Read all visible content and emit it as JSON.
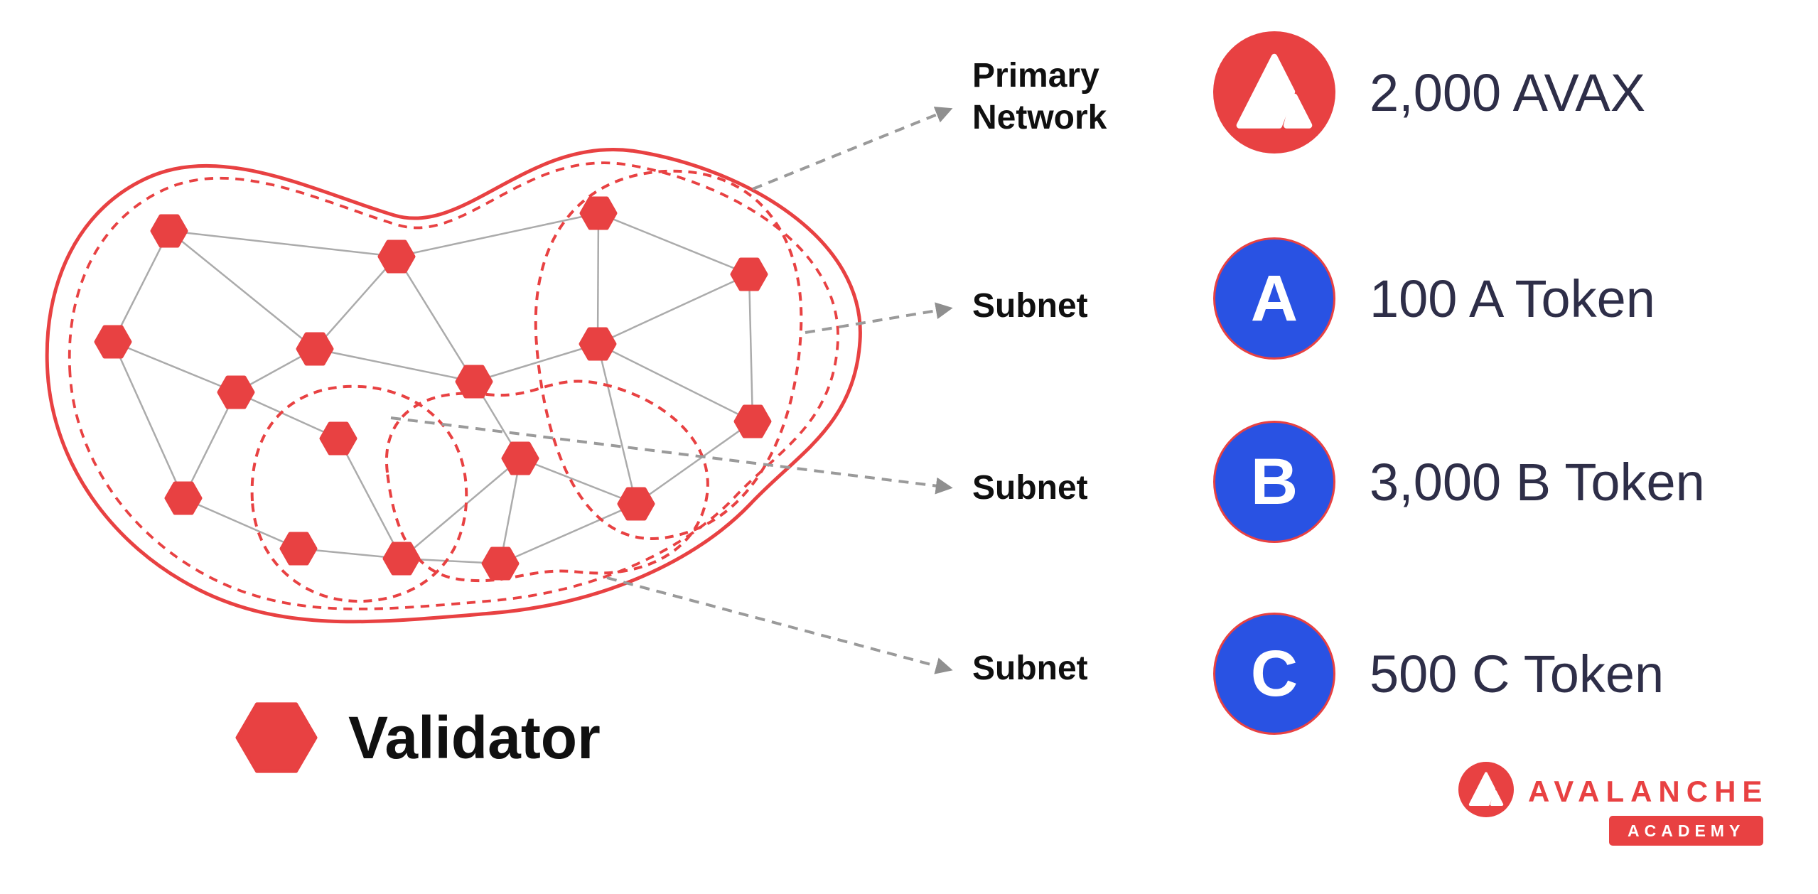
{
  "colors": {
    "avalanche_red": "#E84142",
    "token_blue": "#2952E3",
    "amount_ink": "#2E2E48",
    "connection_gray": "#ABABAB",
    "arrow_gray": "#9A9A9A"
  },
  "diagram": {
    "annotations": [
      {
        "label": "Primary Network",
        "target": "primary-network-outline"
      },
      {
        "label": "Subnet",
        "target": "subnet-top-right"
      },
      {
        "label": "Subnet",
        "target": "subnet-middle"
      },
      {
        "label": "Subnet",
        "target": "subnet-bottom"
      }
    ],
    "legend": {
      "icon": "validator-hexagon-icon",
      "label": "Validator"
    }
  },
  "tokens": [
    {
      "badge": "avalanche-logo",
      "letter": "",
      "amount": "2,000 AVAX"
    },
    {
      "badge": "letter-circle",
      "letter": "A",
      "amount": "100 A Token"
    },
    {
      "badge": "letter-circle",
      "letter": "B",
      "amount": "3,000 B Token"
    },
    {
      "badge": "letter-circle",
      "letter": "C",
      "amount": "500 C Token"
    }
  ],
  "branding": {
    "wordmark": "AVALANCHE",
    "badge": "ACADEMY"
  }
}
